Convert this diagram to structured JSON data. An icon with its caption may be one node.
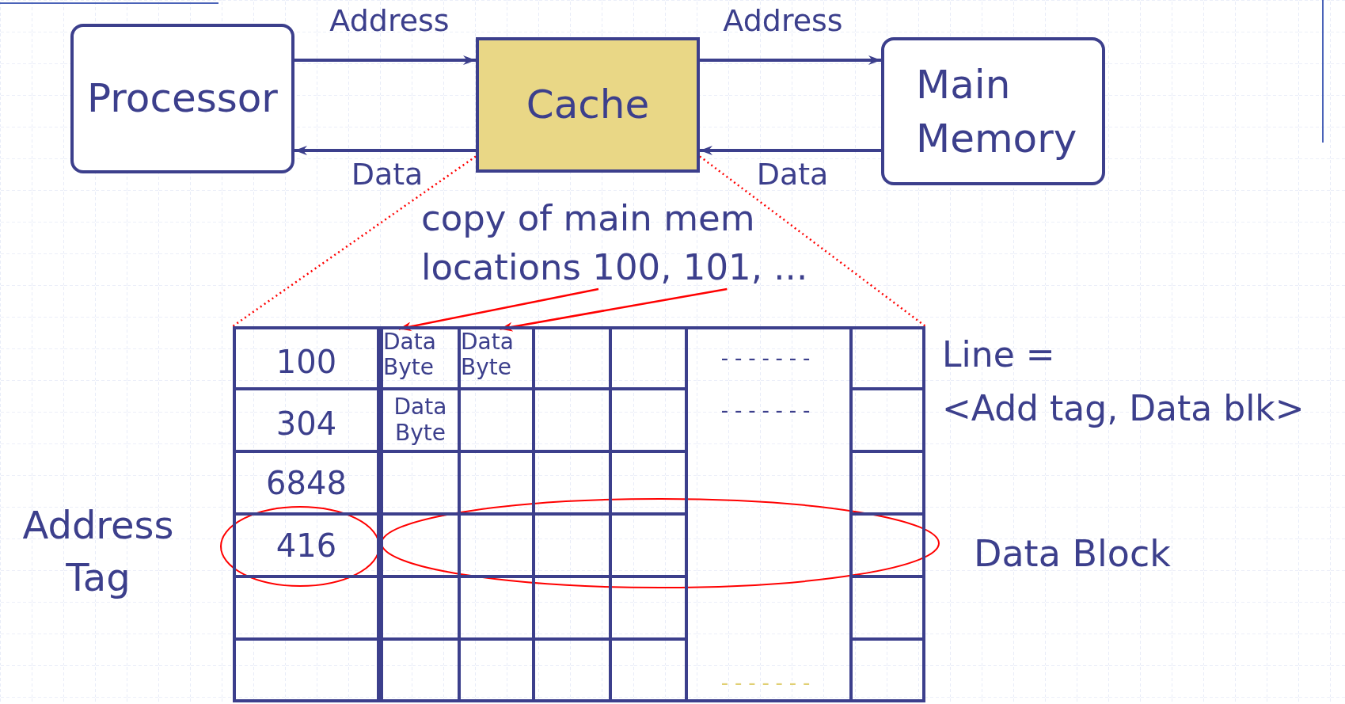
{
  "diagram": {
    "nodes": [
      {
        "text": [
          "Processor"
        ]
      },
      {
        "text": [
          "Cache"
        ]
      },
      {
        "text": [
          "Main Memory"
        ]
      },
      {
        "text": [
          "copy of main mem locations 100, 101, ..."
        ]
      },
      {
        "text": [],
        "shape": "box"
      },
      {
        "text": [
          "Data Byte"
        ],
        "in": 4
      },
      {
        "text": [
          "Data Byte"
        ],
        "in": 4
      }
    ],
    "edges": [
      {
        "from": 0,
        "to": 1,
        "arrow": "to",
        "label": "Address"
      },
      {
        "from": 1,
        "to": 0,
        "arrow": "to",
        "label": "Data"
      },
      {
        "from": 1,
        "to": 2,
        "arrow": "to",
        "label": "Address"
      },
      {
        "from": 2,
        "to": 1,
        "arrow": "to",
        "label": "Data"
      },
      {
        "from": 3,
        "to": 5,
        "arrow": "to",
        "color": "#ff0000"
      },
      {
        "from": 3,
        "to": 6,
        "arrow": "to",
        "color": "#ff0000"
      },
      {
        "from": 1,
        "to": 4,
        "arrow": "none",
        "style": "dashed",
        "color": "#ff0000"
      },
      {
        "from": 1,
        "to": 4,
        "arrow": "none",
        "style": "dashed",
        "color": "#ff0000"
      }
    ],
    "labels": [
      "100",
      "304",
      "Data Byte",
      "6848",
      "416",
      "-------",
      "-------",
      "-------",
      "Line =",
      "<Add tag, Data blk>",
      "Address Tag",
      "Data Block"
    ]
  }
}
